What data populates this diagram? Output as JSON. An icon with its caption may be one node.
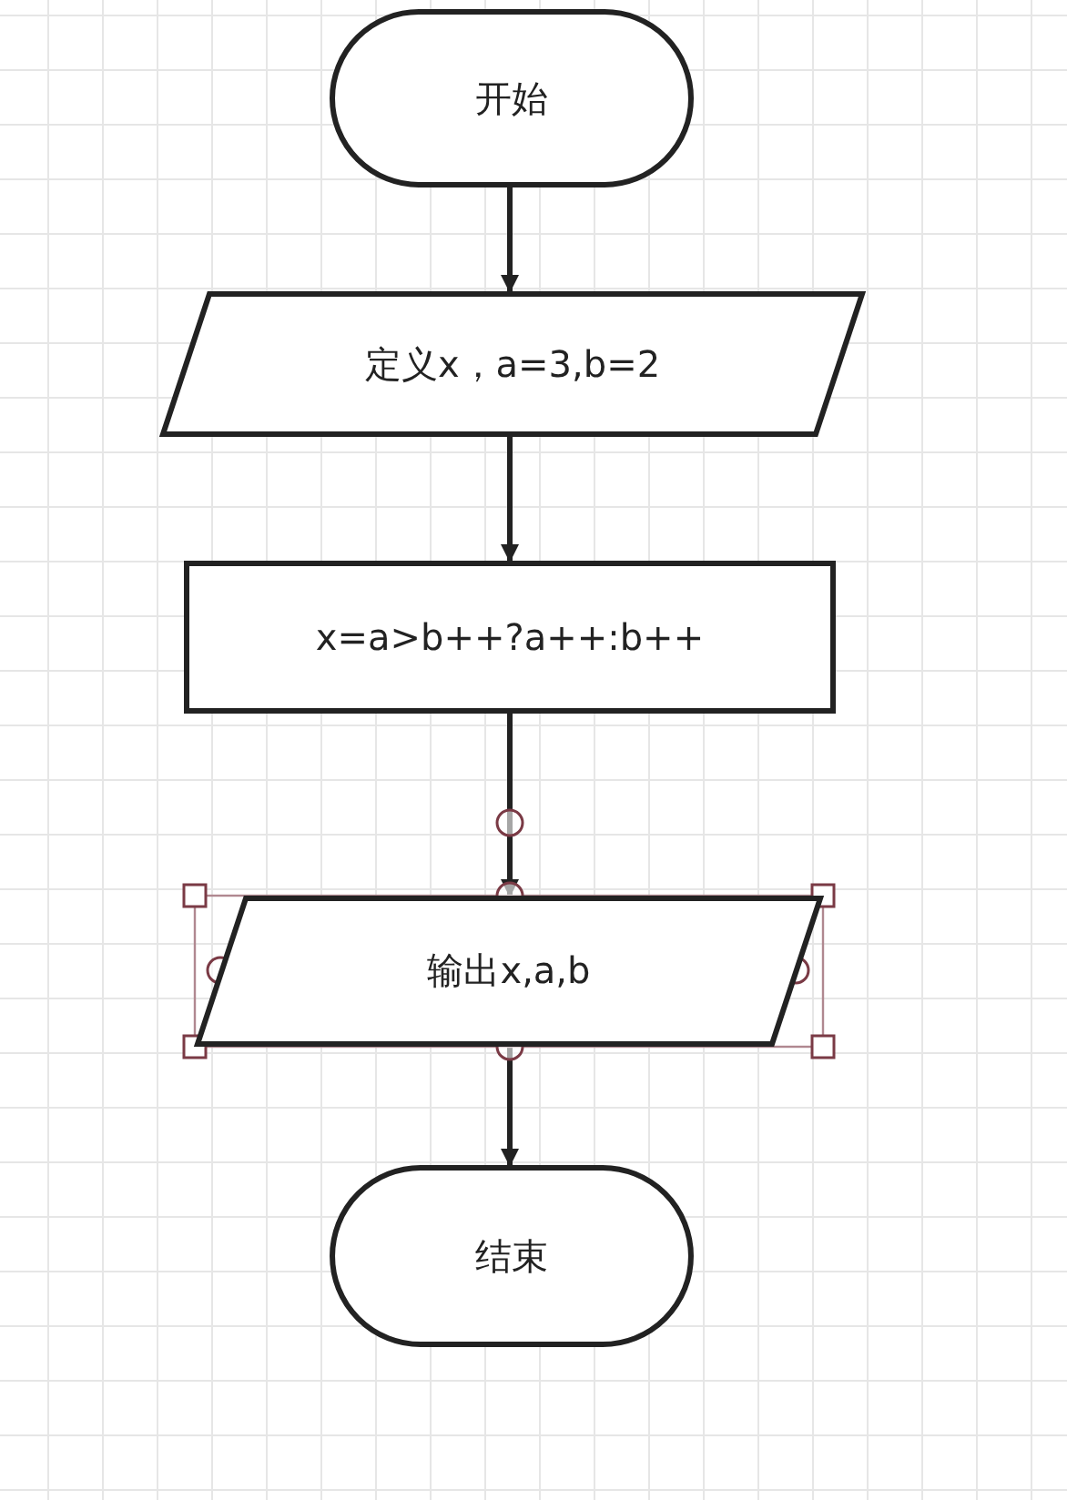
{
  "diagram": {
    "nodes": [
      {
        "text": [
          "开始"
        ]
      },
      {
        "text": [
          "定义x，a=3,b=2"
        ]
      },
      {
        "text": [
          "x=a>b++?a++:b++"
        ]
      },
      {
        "text": [
          "输出x,a,b"
        ]
      },
      {
        "text": [
          "结束"
        ]
      }
    ],
    "edges": [
      {
        "from": 0,
        "to": 1,
        "arrow": "to"
      },
      {
        "from": 1,
        "to": 2,
        "arrow": "to"
      },
      {
        "from": 2,
        "to": 3,
        "arrow": "to"
      },
      {
        "from": 3,
        "to": 4,
        "arrow": "to"
      }
    ]
  }
}
